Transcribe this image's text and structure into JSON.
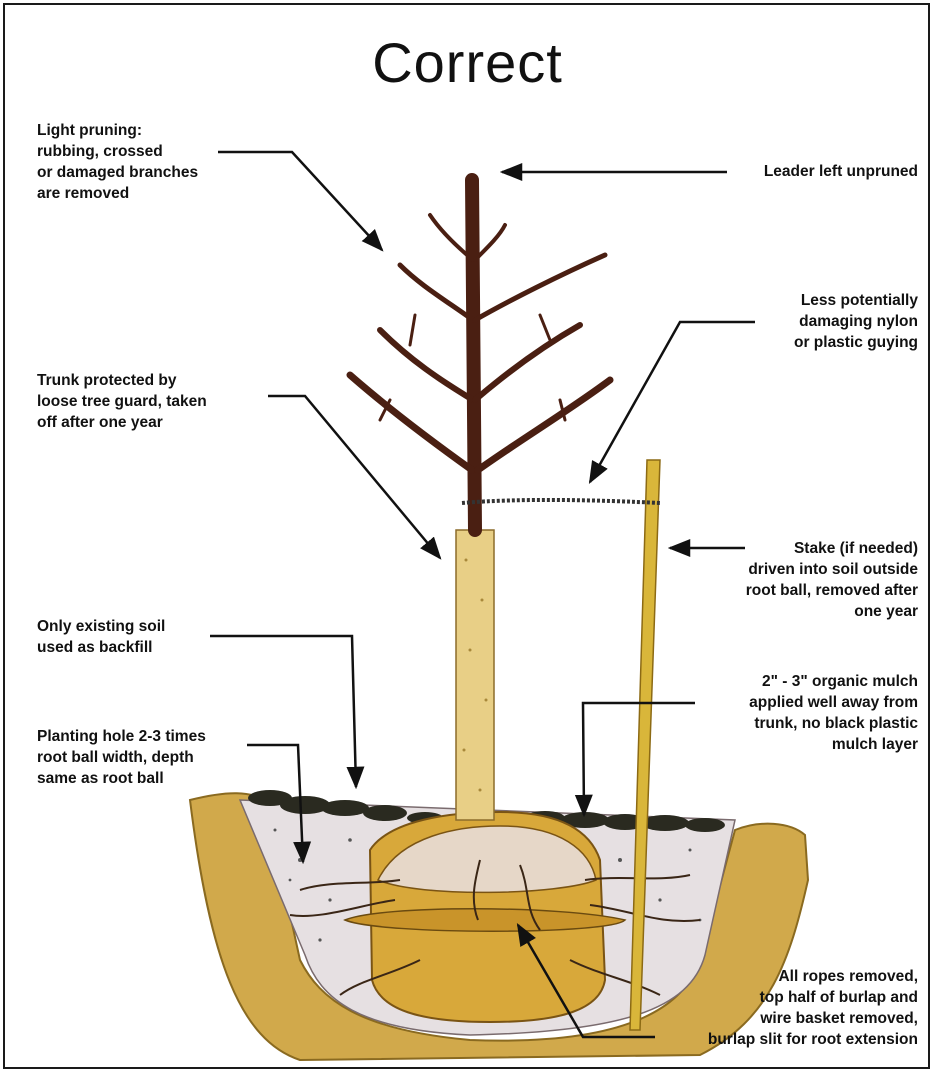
{
  "title": "Correct",
  "labels": {
    "light_pruning": "Light pruning:\nrubbing, crossed\nor damaged branches\nare removed",
    "leader": "Leader left unpruned",
    "guying": "Less potentially\ndamaging nylon\nor plastic guying",
    "trunk_guard": "Trunk protected by\nloose tree guard, taken\noff after one year",
    "stake": "Stake (if needed)\ndriven into soil outside\nroot ball, removed after\none year",
    "backfill": "Only existing soil\nused as backfill",
    "mulch": "2\" - 3\" organic mulch\napplied well away from\ntrunk, no black plastic\nmulch layer",
    "planting_hole": "Planting hole 2-3 times\nroot ball width, depth\nsame as root ball",
    "ropes": "All ropes removed,\ntop half of burlap and\nwire basket removed,\nburlap slit for root extension"
  },
  "colors": {
    "bark": "#4a1f12",
    "guard": "#e8cf86",
    "stake": "#d9b63a",
    "soil": "#d1a94b",
    "backfill": "#e6e0e2",
    "rootball": "#d8a83a",
    "mulch": "#2a2a20",
    "ink": "#111111"
  }
}
